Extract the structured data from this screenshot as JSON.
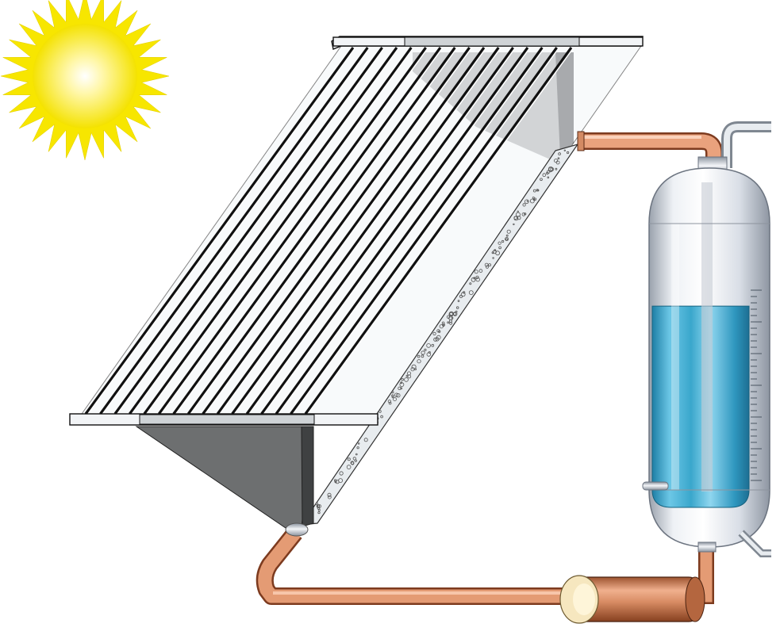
{
  "scene": {
    "components": [
      "sun",
      "solar-collector",
      "storage-tank",
      "heat-exchanger",
      "copper-pipes"
    ],
    "collector_tube_count": 16,
    "tank_fill_level_fraction": 0.72,
    "colors": {
      "sun": "#f7e600",
      "sun_core": "#fffbe0",
      "copper": "#c8754a",
      "copper_light": "#f3b08c",
      "water": "#3aa7cc",
      "water_light": "#8fd6ef",
      "glass": "#e6ebf2",
      "frame_gray": "#5d5f60",
      "outline": "#111111"
    }
  }
}
